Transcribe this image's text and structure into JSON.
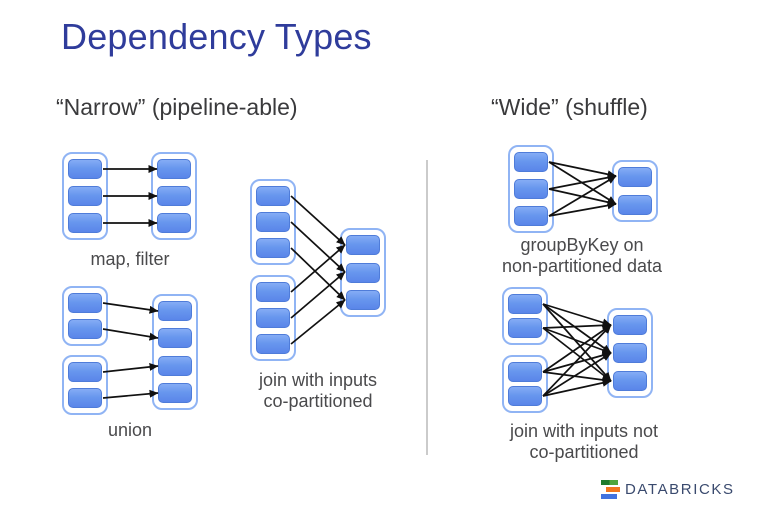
{
  "slide": {
    "title": "Dependency Types",
    "sections": {
      "narrow": {
        "heading": "“Narrow” (pipeline-able)"
      },
      "wide": {
        "heading": "“Wide” (shuffle)"
      }
    },
    "diagrams": {
      "map_filter": {
        "label": "map, filter",
        "input_partitions": [
          3
        ],
        "output_partitions": [
          3
        ],
        "edge_pattern": "one-to-one"
      },
      "union": {
        "label": "union",
        "input_partitions": [
          2,
          2
        ],
        "output_partitions": [
          4
        ],
        "edge_pattern": "one-to-one"
      },
      "join_co_partitioned": {
        "label_line1": "join with inputs",
        "label_line2": "co-partitioned",
        "input_partitions": [
          3,
          3
        ],
        "output_partitions": [
          3
        ],
        "edge_pattern": "co-partitioned"
      },
      "group_by_key": {
        "label_line1": "groupByKey on",
        "label_line2": "non-partitioned data",
        "input_partitions": [
          3
        ],
        "output_partitions": [
          2
        ],
        "edge_pattern": "all-to-all"
      },
      "join_not_co_partitioned": {
        "label_line1": "join with inputs not",
        "label_line2": "co-partitioned",
        "input_partitions": [
          2,
          2
        ],
        "output_partitions": [
          3
        ],
        "edge_pattern": "all-to-all"
      }
    },
    "logo": {
      "text": "DATABRICKS"
    },
    "colors": {
      "title_blue": "#2f3c9b",
      "heading_gray": "#3a3a3c",
      "partition_border": "#90b4f4",
      "block_fill_top": "#85acf5",
      "block_fill_bottom": "#5a85e9",
      "arrow_black": "#111111",
      "divider_gray": "#cbcbcb",
      "logo_green": "#4fa53c",
      "logo_orange": "#f2761f",
      "logo_blue": "#4273e0",
      "logo_text": "#3a4a6e"
    }
  }
}
